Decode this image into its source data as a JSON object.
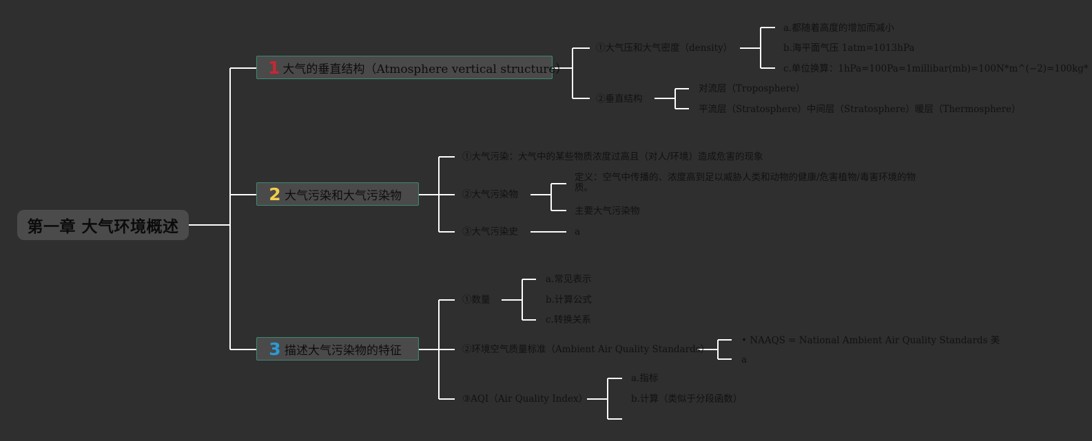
{
  "root": {
    "title": "第一章 大气环境概述"
  },
  "topics": [
    {
      "num": "1",
      "label": "大气的垂直结构（Atmosphere vertical structure）"
    },
    {
      "num": "2",
      "label": "大气污染和大气污染物"
    },
    {
      "num": "3",
      "label": "描述大气污染物的特征"
    }
  ],
  "branch1": {
    "s1": "①大气压和大气密度（density）",
    "s1a": "a.都随着高度的增加而减小",
    "s1b": "b.海平面气压 1atm=1013hPa",
    "s1c": "c.单位换算：1hPa=100Pa=1millibar(mb)=100N*m^(−2)=100kg*",
    "s2": "②垂直结构",
    "s2a": "对流层（Troposphere）",
    "s2b": "平流层（Stratosphere）中间层（Stratosphere）暖层（Thermosphere）"
  },
  "branch2": {
    "s1": "①大气污染：大气中的某些物质浓度过高且（对人/环境）造成危害的现象",
    "s2": "②大气污染物",
    "s2a": "定义：空气中传播的、浓度高到足以威胁人类和动物的健康/危害植物/毒害环境的物质。",
    "s2b": "主要大气污染物",
    "s3": "③大气污染史",
    "s3a": "a"
  },
  "branch3": {
    "s1": "①数量",
    "s1a": "a.常见表示",
    "s1b": "b.计算公式",
    "s1c": "c.转换关系",
    "s2": "②环境空气质量标准（Ambient Air Quality Standards）",
    "s2a": "• NAAQS = National Ambient Air Quality Standards 美",
    "s2b": "a",
    "s3": "③AQI（Air Quality Index）",
    "s3a": "a.指标",
    "s3b": "b.计算（类似于分段函数）"
  }
}
